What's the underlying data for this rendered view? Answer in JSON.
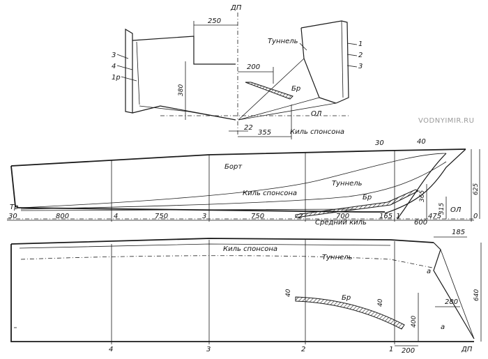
{
  "watermark": "VODNYIMIR.RU",
  "section_view": {
    "dp_label": "ДП",
    "labels": {
      "tunnel": "Туннель",
      "br": "Бр",
      "ol": "ОЛ",
      "sponson_keel": "Киль спонсона",
      "left_3": "3",
      "left_4": "4",
      "left_1r": "1р",
      "right_1": "1",
      "right_2": "2",
      "right_3": "3"
    },
    "dimensions": {
      "d250": "250",
      "d200": "200",
      "d380": "380",
      "d22": "22",
      "d355": "355"
    }
  },
  "side_view": {
    "labels": {
      "bort": "Борт",
      "tunnel": "Туннель",
      "sponson_keel": "Киль спонсона",
      "br": "Бр",
      "middle_keel": "Средний киль",
      "ol": "ОЛ",
      "tr": "Тр"
    },
    "stations": [
      "4",
      "3",
      "2",
      "1",
      "0"
    ],
    "dimensions": {
      "d30_left": "30",
      "d800": "800",
      "d750a": "750",
      "d750b": "750",
      "d700": "700",
      "d165": "165",
      "d600": "600",
      "d475": "475",
      "d30_top": "30",
      "d40_top": "40",
      "d625": "625",
      "d365": "365",
      "d315": "315"
    }
  },
  "plan_view": {
    "labels": {
      "sponson_keel": "Киль спонсона",
      "tunnel": "Туннель",
      "br": "Бр",
      "a_top": "а",
      "a_bottom": "а",
      "dp": "ДП"
    },
    "stations": [
      "4",
      "3",
      "2",
      "1"
    ],
    "dimensions": {
      "d185": "185",
      "d280": "280",
      "d640": "640",
      "d400": "400",
      "d40a": "40",
      "d40b": "40",
      "d200": "200"
    }
  }
}
